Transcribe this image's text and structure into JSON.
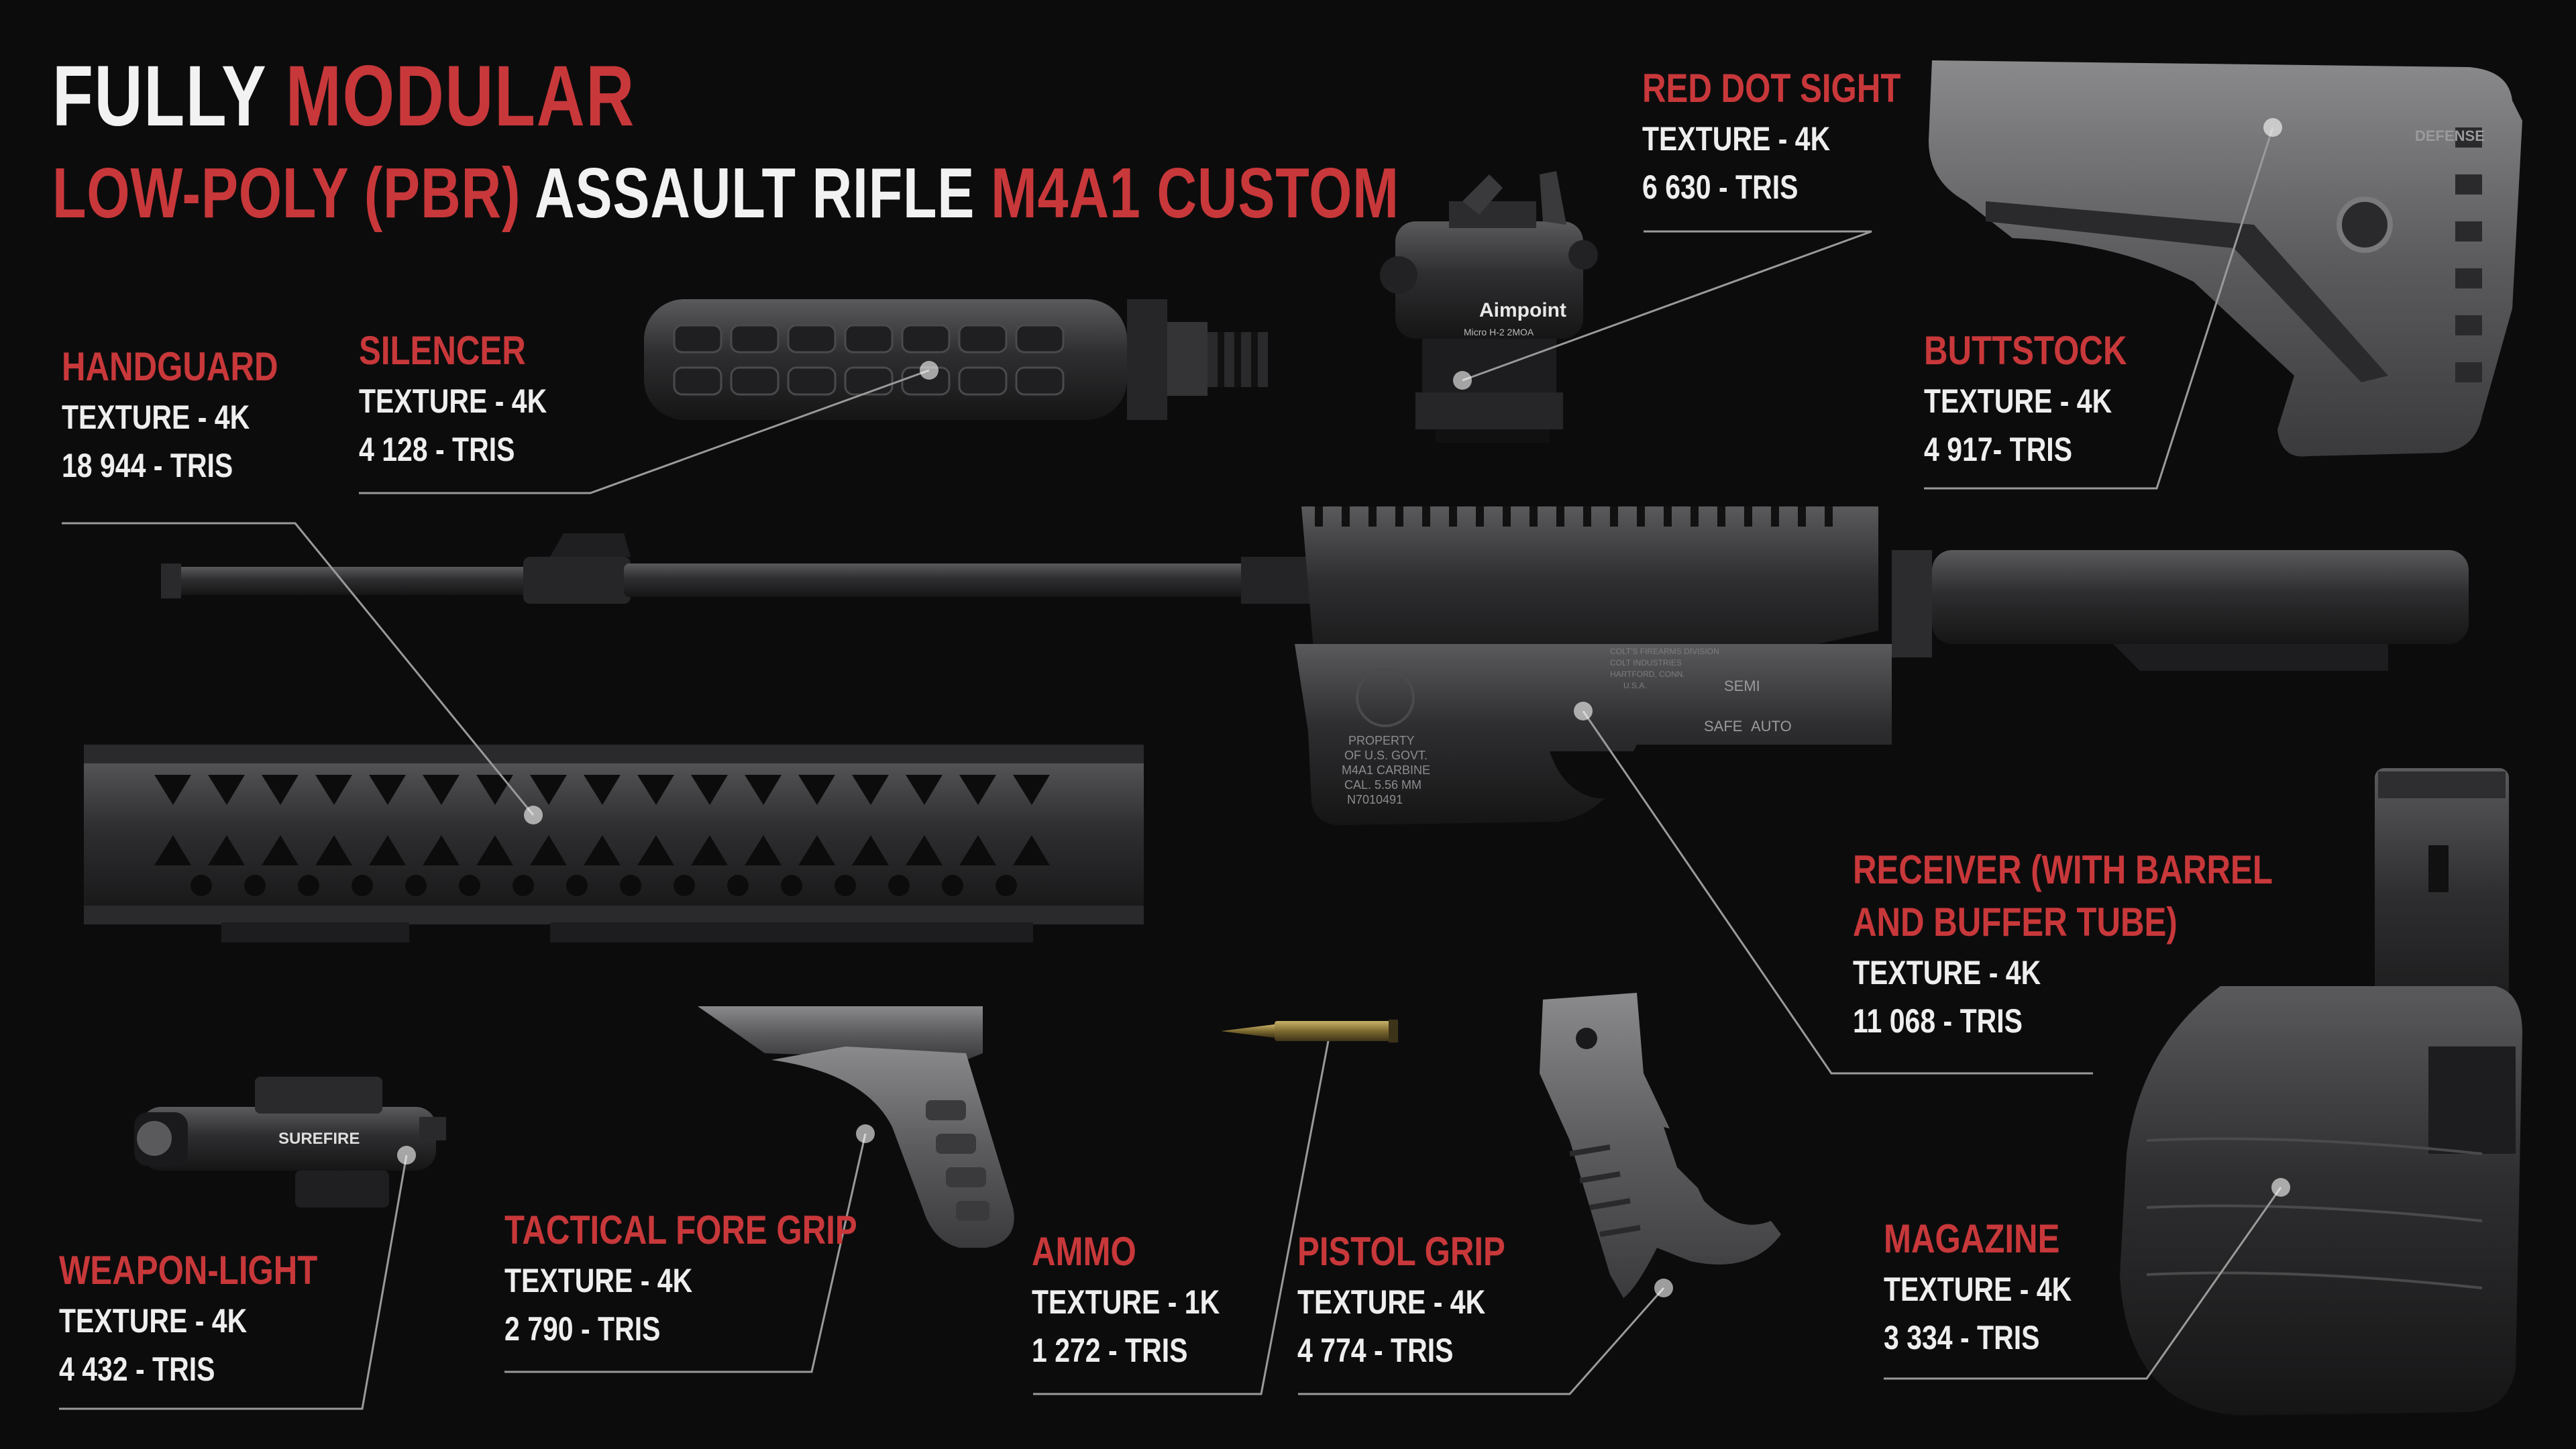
{
  "colors": {
    "accent": "#c8383a",
    "text": "#f2f2f2",
    "background": "#0d0c0d",
    "part_metal": "#3a3a3c"
  },
  "title": {
    "word1": "FULLY",
    "word2": "MODULAR"
  },
  "subtitle": {
    "part1": "LOW-POLY (PBR)",
    "part2": "ASSAULT RIFLE",
    "part3": "M4A1 CUSTOM"
  },
  "parts": {
    "handguard": {
      "name": "HANDGUARD",
      "texture": "TEXTURE - 4K",
      "tris": "18 944 - TRIS"
    },
    "silencer": {
      "name": "SILENCER",
      "texture": "TEXTURE - 4K",
      "tris": "4 128 - TRIS"
    },
    "red_dot_sight": {
      "name": "RED DOT SIGHT",
      "texture": "TEXTURE - 4K",
      "tris": "6 630 - TRIS"
    },
    "buttstock": {
      "name": "BUTTSTOCK",
      "texture": "TEXTURE - 4K",
      "tris": "4 917- TRIS"
    },
    "receiver": {
      "name_line1": "RECEIVER (WITH BARREL",
      "name_line2": "AND BUFFER TUBE)",
      "texture": "TEXTURE - 4K",
      "tris": "11 068 - TRIS"
    },
    "weapon_light": {
      "name": "WEAPON-LIGHT",
      "texture": "TEXTURE - 4K",
      "tris": "4 432 - TRIS"
    },
    "tactical_fore_grip": {
      "name": "TACTICAL FORE GRIP",
      "texture": "TEXTURE - 4K",
      "tris": "2 790 - TRIS"
    },
    "ammo": {
      "name": "AMMO",
      "texture": "TEXTURE - 1K",
      "tris": "1 272 - TRIS"
    },
    "pistol_grip": {
      "name": "PISTOL GRIP",
      "texture": "TEXTURE - 4K",
      "tris": "4 774 - TRIS"
    },
    "magazine": {
      "name": "MAGAZINE",
      "texture": "TEXTURE - 4K",
      "tris": "3 334 - TRIS"
    }
  },
  "engravings": {
    "sight_brand": "Aimpoint",
    "sight_model": "Micro H-2 2MOA",
    "light_brand": "SUREFIRE",
    "receiver_stamp": [
      "PROPERTY",
      "OF U.S. GOVT.",
      "M4A1 CARBINE",
      "CAL. 5.56 MM",
      "N7010491"
    ],
    "receiver_maker": [
      "COLT'S FIREARMS DIVISION",
      "COLT INDUSTRIES",
      "HARTFORD, CONN.",
      "U.S.A."
    ],
    "selector": [
      "SEMI",
      "SAFE",
      "AUTO"
    ],
    "stock_brand": "DEFENSE"
  }
}
